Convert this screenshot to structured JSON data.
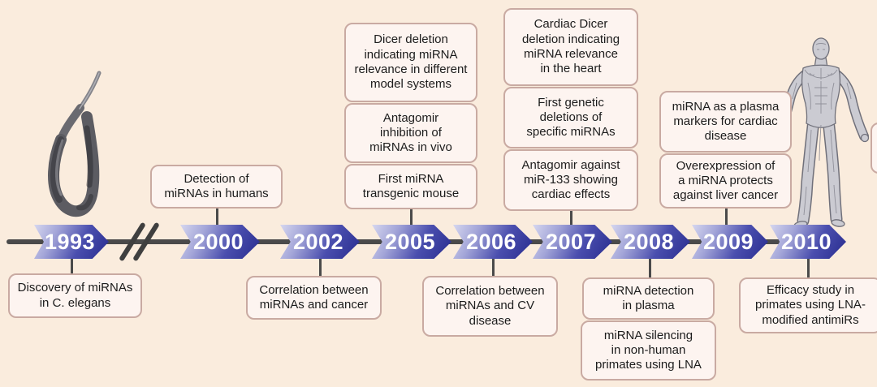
{
  "years": [
    {
      "label": "1993"
    },
    {
      "label": "2000"
    },
    {
      "label": "2002"
    },
    {
      "label": "2005"
    },
    {
      "label": "2006"
    },
    {
      "label": "2007"
    },
    {
      "label": "2008"
    },
    {
      "label": "2009"
    },
    {
      "label": "2010"
    }
  ],
  "events": {
    "discovery_1993": {
      "text": "Discovery of miRNAs\nin C. elegans"
    },
    "detection_2000": {
      "text": "Detection of\nmiRNAs in humans"
    },
    "cancer_2002": {
      "text": "Correlation between\nmiRNAs and cancer"
    },
    "dicer_2005": {
      "text": "Dicer deletion\nindicating miRNA\nrelevance in different\nmodel systems"
    },
    "antagomir_2005": {
      "text": "Antagomir\ninhibition of\nmiRNAs in vivo"
    },
    "transgenic_2005": {
      "text": "First miRNA\ntransgenic mouse"
    },
    "cv_disease_2006": {
      "text": "Correlation between\nmiRNAs and CV\ndisease"
    },
    "cardiac_dicer_2007": {
      "text": "Cardiac Dicer\ndeletion indicating\nmiRNA relevance\nin the heart"
    },
    "genetic_del_2007": {
      "text": "First genetic\ndeletions of\nspecific miRNAs"
    },
    "antagomir133_2007": {
      "text": "Antagomir against\nmiR-133 showing\ncardiac effects"
    },
    "plasma_det_2008": {
      "text": "miRNA detection\nin plasma"
    },
    "lna_silencing_2008": {
      "text": "miRNA silencing\nin non-human\nprimates using LNA"
    },
    "plasma_markers_2009": {
      "text": "miRNA as a plasma\nmarkers for cardiac\ndisease"
    },
    "overexpression_2009": {
      "text": "Overexpression of\na miRNA protects\nagainst liver cancer"
    },
    "efficacy_2010": {
      "text": "Efficacy study in\nprimates using LNA-\nmodified antimiRs"
    }
  },
  "illustrations": {
    "left": "c-elegans-worm",
    "right": "human-anatomy-figure"
  },
  "palette": {
    "background": "#faecdd",
    "box_fill": "#fdf4f0",
    "box_border": "#c9aaa2",
    "event_text": "#1c1c1c",
    "arrow_light": "#d6d7ef",
    "arrow_dark": "#2c3092",
    "year_text": "#ffffff",
    "line": "#4a4a4a"
  }
}
